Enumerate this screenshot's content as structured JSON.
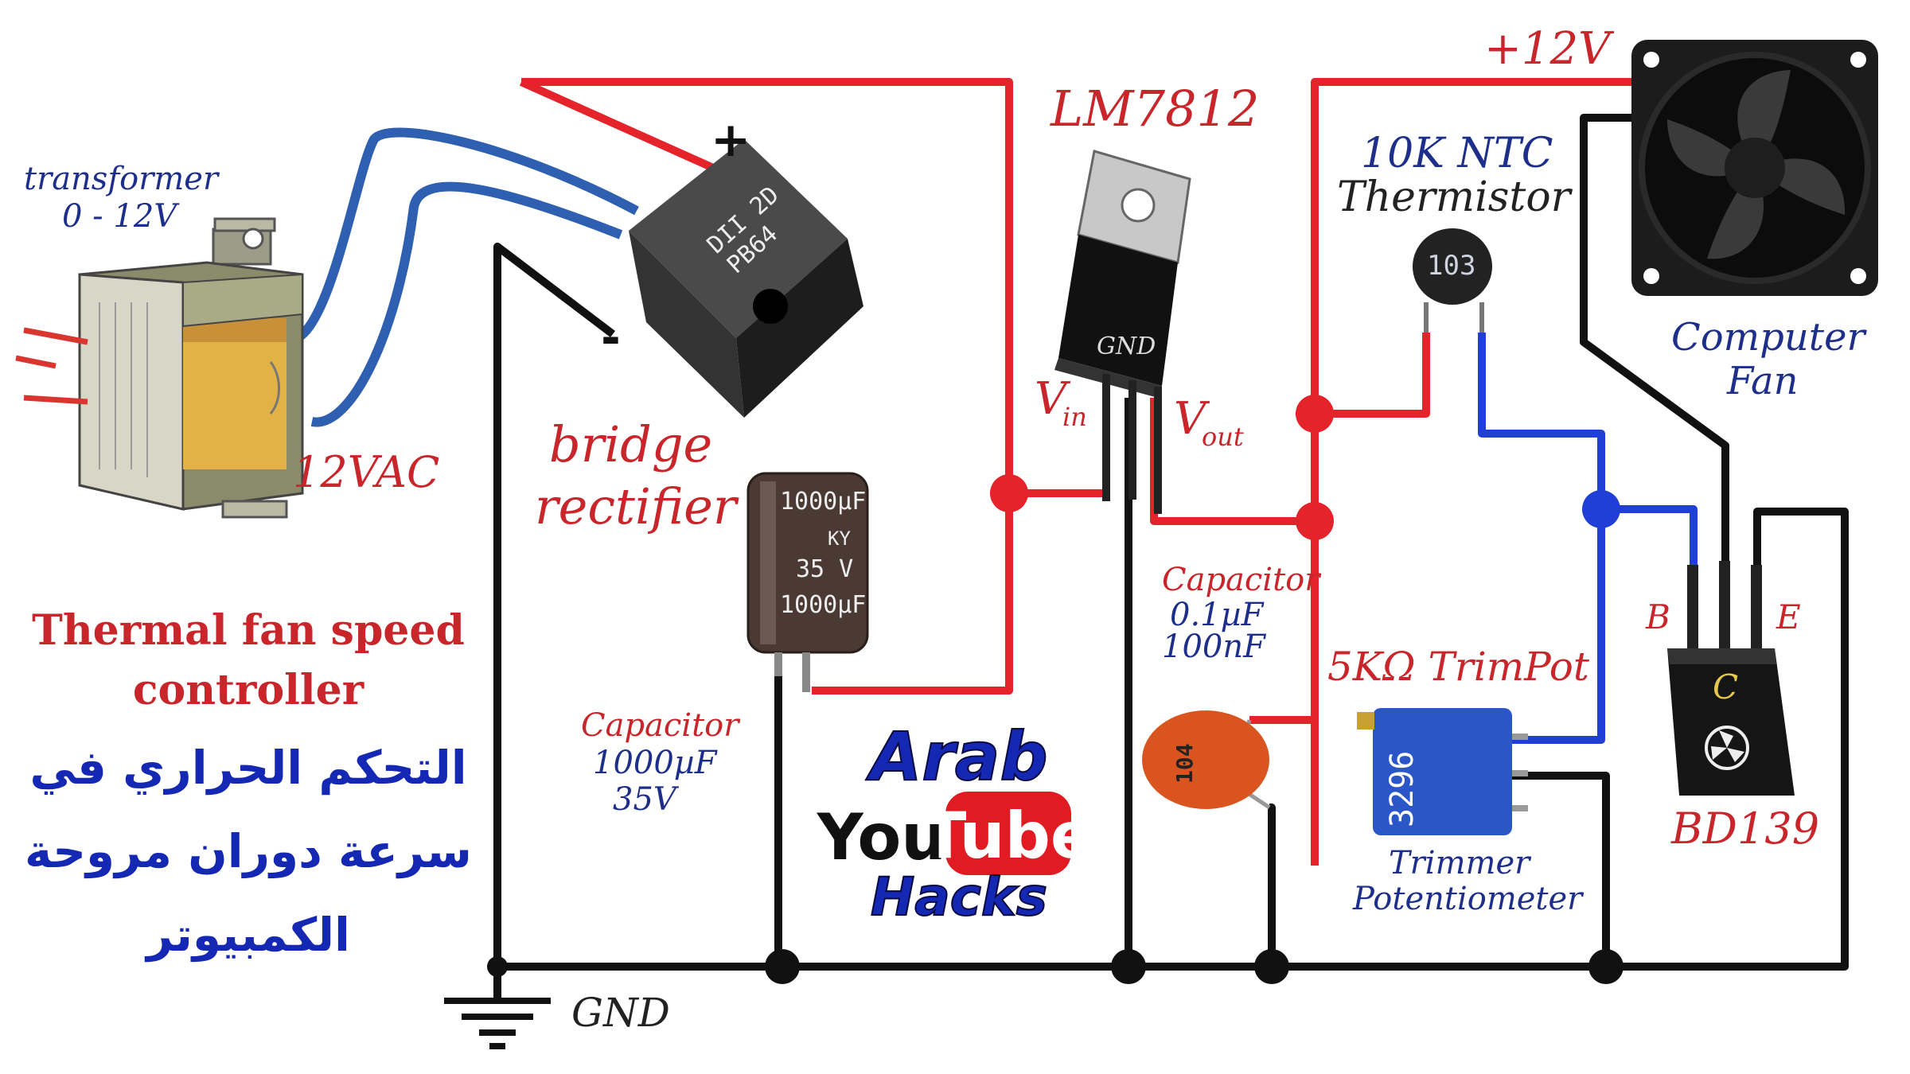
{
  "labels": {
    "transformer": "transformer",
    "transformer_range": "0 - 12V",
    "vac": "12VAC",
    "bridge_1": "bridge",
    "bridge_2": "rectifier",
    "bridge_plus": "+",
    "bridge_minus": "-",
    "bridge_marking_1": "DII 2D",
    "bridge_marking_2": "PB64",
    "regulator": "LM7812",
    "reg_gnd": "GND",
    "vin": "V",
    "vin_sub": "in",
    "vout": "V",
    "vout_sub": "out",
    "plus12": "+12V",
    "thermistor_1": "10K  NTC",
    "thermistor_2": "Thermistor",
    "thermistor_code": "103",
    "fan_1": "Computer",
    "fan_2": "Fan",
    "cap_big_1": "Capacitor",
    "cap_big_2": "1000µF",
    "cap_big_3": "35V",
    "cap_big_body_1": "1000µF",
    "cap_big_body_2": "KY",
    "cap_big_body_3": "35 V",
    "cap_big_body_4": "1000µF",
    "cap_small_1": "Capacitor",
    "cap_small_2": "0.1µF",
    "cap_small_3": "100nF",
    "cap_small_code": "104",
    "trimpot": "5KΩ TrimPot",
    "trimpot_code": "3296",
    "trimmer_1": "Trimmer",
    "trimmer_2": "Potentiometer",
    "transistor": "BD139",
    "pin_b": "B",
    "pin_c": "C",
    "pin_e": "E",
    "gnd": "GND"
  },
  "title": {
    "en_1": "Thermal fan speed",
    "en_2": "controller",
    "ar_1": "التحكم الحراري في",
    "ar_2": "سرعة دوران مروحة",
    "ar_3": "الكمبيوتر"
  },
  "brand": {
    "line1": "Arab",
    "you": "You",
    "tube": "Tube",
    "line3": "Hacks"
  },
  "colors": {
    "positive_wire": "#e5232a",
    "ground_wire": "#111111",
    "signal_wire": "#1f3fd6",
    "ac_wire": "#2f5fb0",
    "label_red": "#c8262b",
    "label_blue": "#1d2f8a"
  }
}
